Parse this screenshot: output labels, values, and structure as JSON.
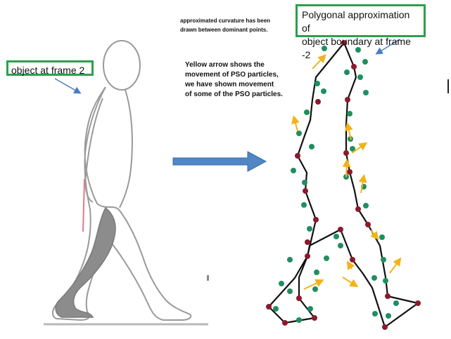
{
  "labels": {
    "object_frame": "object at frame 2",
    "polygon_title_line1": "Polygonal approximation of",
    "polygon_title_line2": "object boundary at frame -2",
    "curvature_note_line1": "approximated curvature has been",
    "curvature_note_line2": "drawn between dominant points.",
    "yellow_note_line1": "Yellow arrow shows the",
    "yellow_note_line2": "movement of PSO particles,",
    "yellow_note_line3": "we have shown movement",
    "yellow_note_line4": "of some of the PSO particles."
  },
  "colors": {
    "box_border": "#2e9e4f",
    "callout_arrow": "#4a7ec0",
    "big_arrow": "#4f86c6",
    "polygon_line": "#111111",
    "dominant_point": "#8b1a2b",
    "particle": "#1f8f60",
    "particle_arrow": "#f2b21b",
    "leg_shade": "#8c8c8c"
  },
  "icons": {
    "walking_figure": "walking-person-silhouette",
    "transform_arrow": "right-arrow-icon"
  }
}
